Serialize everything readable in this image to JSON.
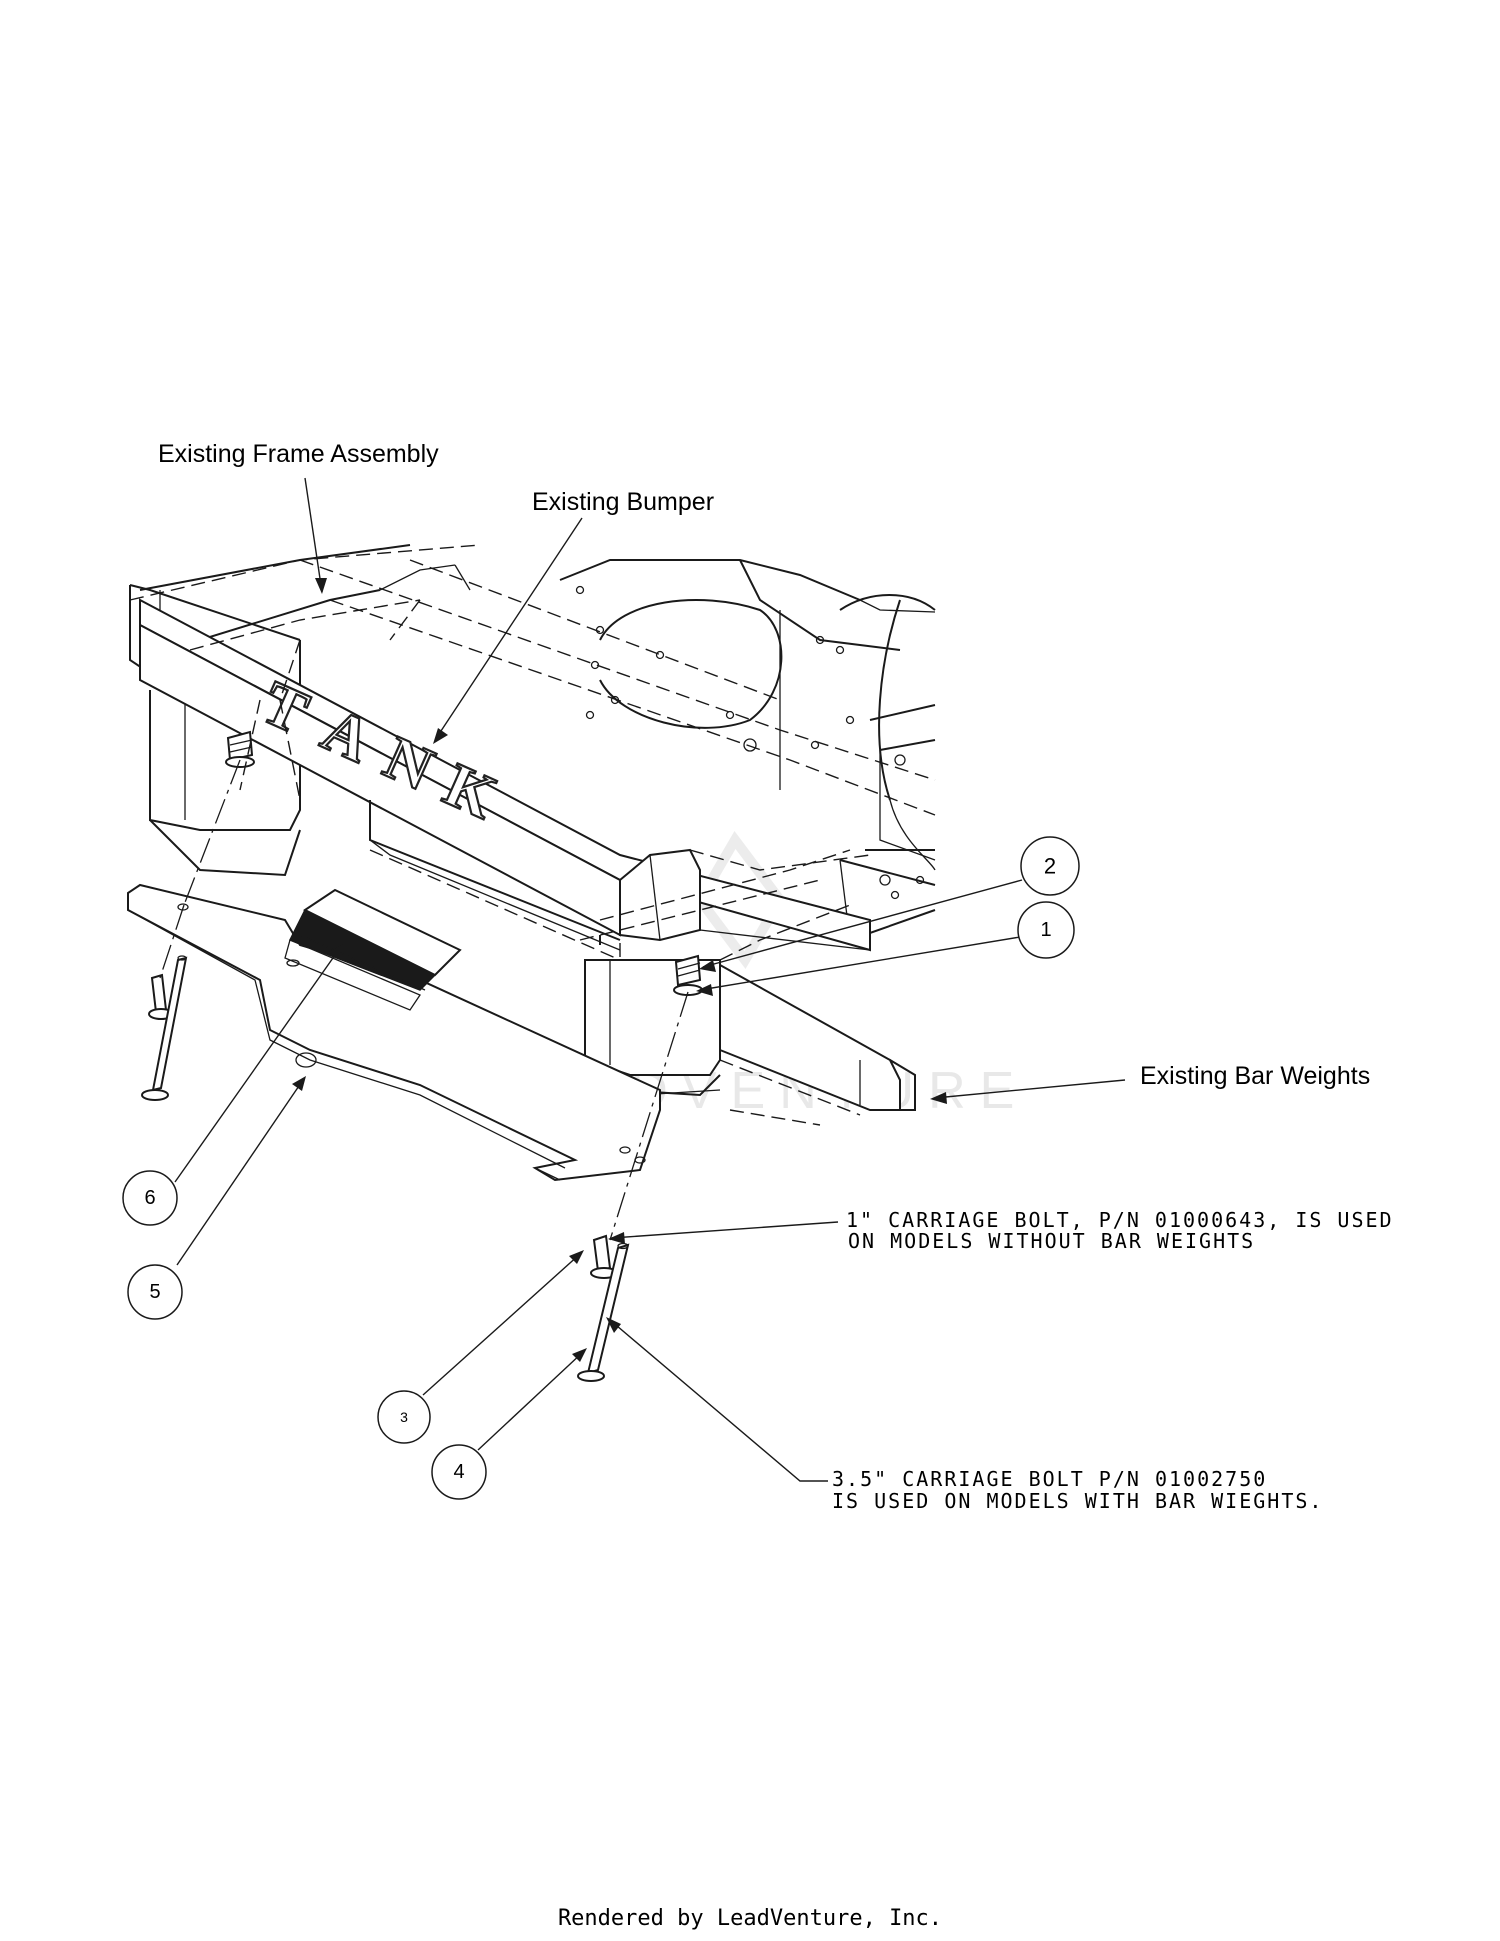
{
  "callouts": {
    "frame": "Existing Frame Assembly",
    "bumper": "Existing Bumper",
    "bar_weights": "Existing Bar Weights"
  },
  "notes": {
    "one_inch_line1": "1\" CARRIAGE BOLT, P/N 01000643, IS USED",
    "one_inch_line2": "ON MODELS WITHOUT BAR WEIGHTS",
    "three_half_line1": "3.5\" CARRIAGE BOLT P/N 01002750",
    "three_half_line2": "IS USED ON MODELS WITH BAR WIEGHTS."
  },
  "balloons": [
    {
      "id": "1"
    },
    {
      "id": "2"
    },
    {
      "id": "3"
    },
    {
      "id": "4"
    },
    {
      "id": "5"
    },
    {
      "id": "6"
    }
  ],
  "bumper_lettering": [
    "T",
    "A",
    "N",
    "K"
  ],
  "watermark": "LEADVENTURE",
  "footer": "Rendered by LeadVenture, Inc."
}
